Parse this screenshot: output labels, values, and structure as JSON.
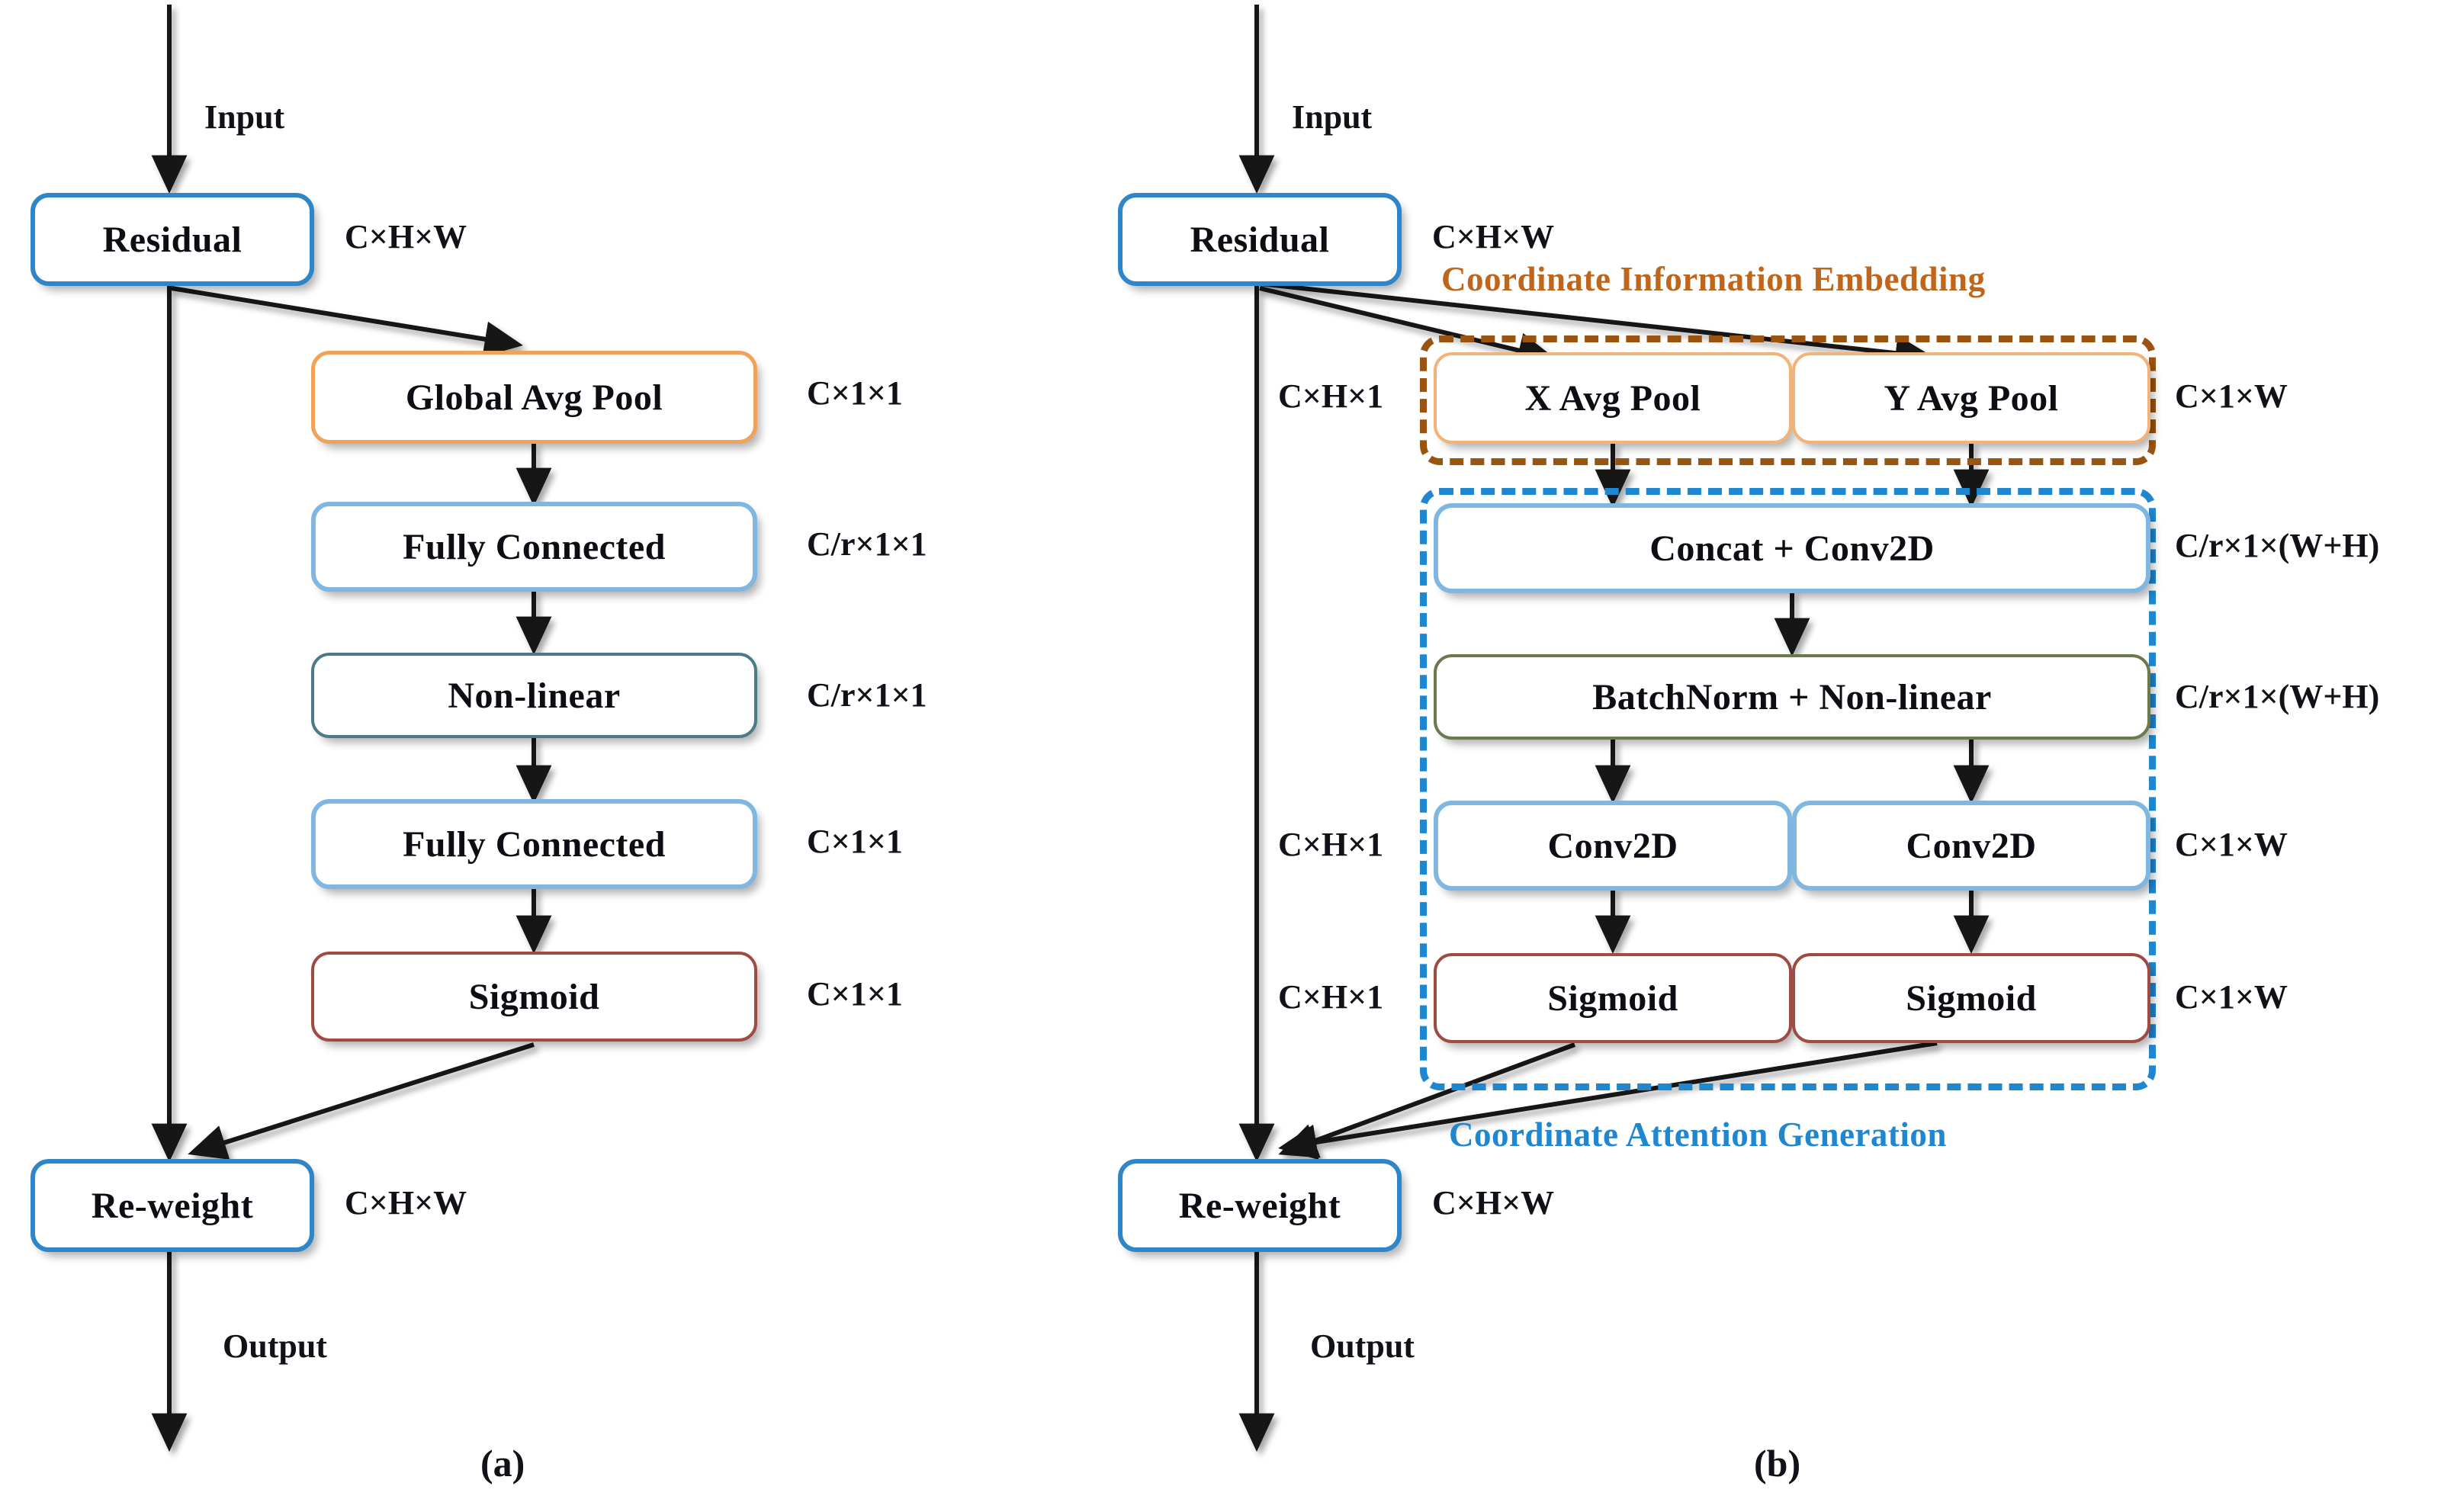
{
  "figure": {
    "title": "Squeeze-and-Excitation (SE) block versus Coordinate Attention (CA) block",
    "panel_a_caption": "(a)",
    "panel_b_caption": "(b)"
  },
  "colors": {
    "blue_border": "#2e86c8",
    "light_blue_border": "#7fb7e0",
    "orange_border": "#f0a256",
    "light_orange_border": "#f3b277",
    "red_border": "#9e4b42",
    "teal_border": "#4a7b86",
    "olive_border": "#6b7a4a",
    "brown_dashed": "#9a5410",
    "blue_dashed": "#1f86d0",
    "embedding_label_text": "#c0661a",
    "generation_label_text": "#1f86d0",
    "arrow": "#1a1a1a",
    "text": "#111118",
    "background": "#ffffff"
  },
  "panel_a": {
    "caption": "(a)",
    "input_label": "Input",
    "output_label": "Output",
    "nodes": [
      {
        "id": "residual",
        "label": "Residual",
        "dim": "C×H×W"
      },
      {
        "id": "gap",
        "label": "Global Avg Pool",
        "dim": "C×1×1"
      },
      {
        "id": "fc1",
        "label": "Fully Connected",
        "dim": "C/r×1×1"
      },
      {
        "id": "nonlinear",
        "label": "Non-linear",
        "dim": "C/r×1×1"
      },
      {
        "id": "fc2",
        "label": "Fully Connected",
        "dim": "C×1×1"
      },
      {
        "id": "sigmoid",
        "label": "Sigmoid",
        "dim": "C×1×1"
      },
      {
        "id": "reweight",
        "label": "Re-weight",
        "dim": "C×H×W"
      }
    ]
  },
  "panel_b": {
    "caption": "(b)",
    "input_label": "Input",
    "output_label": "Output",
    "group_labels": {
      "embedding": "Coordinate Information Embedding",
      "generation": "Coordinate Attention Generation"
    },
    "nodes": [
      {
        "id": "residual",
        "label": "Residual",
        "dim_right": "C×H×W"
      },
      {
        "id": "xavgpool",
        "label": "X Avg Pool",
        "dim_left": "C×H×1"
      },
      {
        "id": "yavgpool",
        "label": "Y Avg Pool",
        "dim_right": "C×1×W"
      },
      {
        "id": "concat",
        "label": "Concat + Conv2D",
        "dim_right": "C/r×1×(W+H)"
      },
      {
        "id": "batchnorm",
        "label": "BatchNorm + Non-linear",
        "dim_right": "C/r×1×(W+H)"
      },
      {
        "id": "conv2d_l",
        "label": "Conv2D",
        "dim_left": "C×H×1"
      },
      {
        "id": "conv2d_r",
        "label": "Conv2D",
        "dim_right": "C×1×W"
      },
      {
        "id": "sigmoid_l",
        "label": "Sigmoid",
        "dim_left": "C×H×1"
      },
      {
        "id": "sigmoid_r",
        "label": "Sigmoid",
        "dim_right": "C×1×W"
      },
      {
        "id": "reweight",
        "label": "Re-weight",
        "dim_right": "C×H×W"
      }
    ]
  }
}
